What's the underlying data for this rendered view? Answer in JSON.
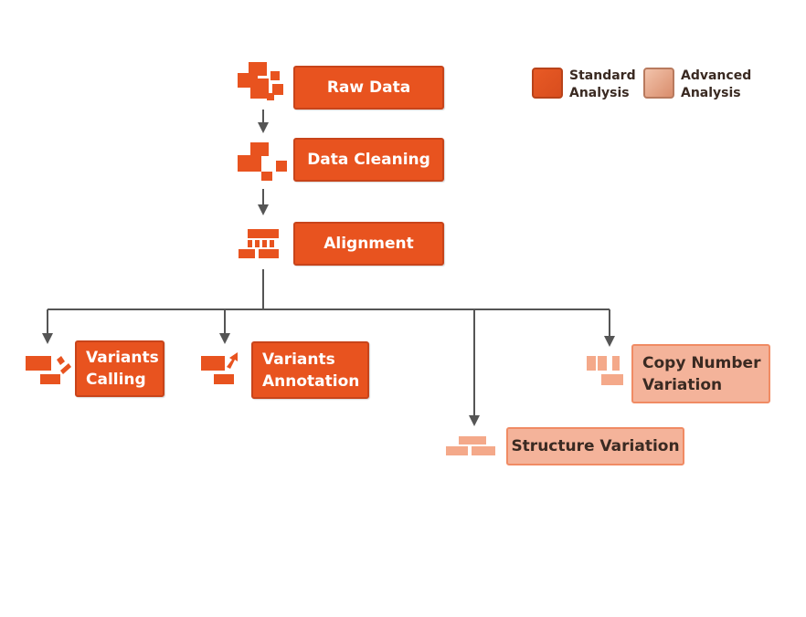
{
  "legend": {
    "standard": [
      "Standard",
      "Analysis"
    ],
    "advanced": [
      "Advanced",
      "Analysis"
    ]
  },
  "steps": {
    "raw_data": "Raw Data",
    "data_cleaning": "Data Cleaning",
    "alignment": "Alignment"
  },
  "branches": {
    "variants_calling": [
      "Variants",
      "Calling"
    ],
    "variants_annotation": [
      "Variants",
      "Annotation"
    ],
    "structure_variation": "Structure Variation",
    "copy_number_variation": [
      "Copy Number",
      "Variation"
    ]
  },
  "colors": {
    "standard": "#e8531f",
    "advanced": "#f4b39a",
    "connector": "#555555"
  }
}
